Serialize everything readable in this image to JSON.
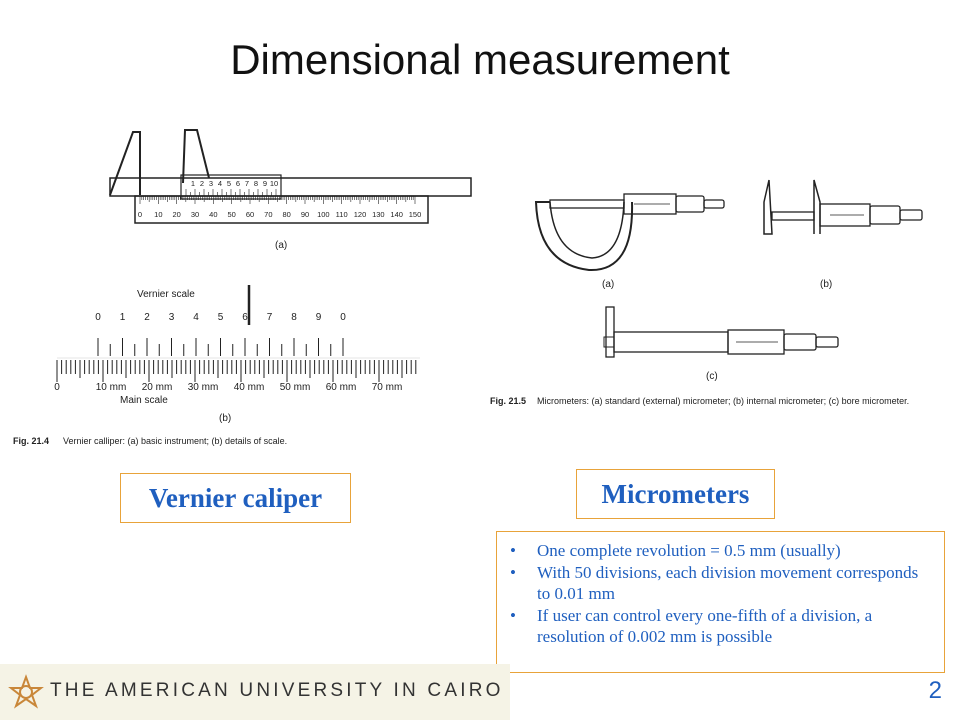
{
  "slide": {
    "title": "Dimensional measurement",
    "page_number": "2"
  },
  "figures": {
    "vernier": {
      "sub_a": "(a)",
      "sub_b": "(b)",
      "vernier_scale_label": "Vernier scale",
      "main_scale_label": "Main scale",
      "top_vernier_numbers": [
        "1",
        "2",
        "3",
        "4",
        "5",
        "6",
        "7",
        "8",
        "9",
        "10"
      ],
      "top_main_numbers": [
        "0",
        "10",
        "20",
        "30",
        "40",
        "50",
        "60",
        "70",
        "80",
        "90",
        "100",
        "110",
        "120",
        "130",
        "140",
        "150"
      ],
      "detail_vernier_numbers": [
        "0",
        "1",
        "2",
        "3",
        "4",
        "5",
        "6",
        "7",
        "8",
        "9",
        "0"
      ],
      "detail_main_numbers": [
        "0",
        "10 mm",
        "20 mm",
        "30 mm",
        "40 mm",
        "50 mm",
        "60 mm",
        "70 mm"
      ],
      "caption_fig": "Fig. 21.4",
      "caption_text": "Vernier calliper: (a) basic instrument; (b) details of scale."
    },
    "micrometer": {
      "sub_a": "(a)",
      "sub_b": "(b)",
      "sub_c": "(c)",
      "caption_fig": "Fig. 21.5",
      "caption_text": "Micrometers: (a) standard (external) micrometer; (b) internal micrometer; (c) bore micrometer."
    }
  },
  "labels": {
    "vernier": "Vernier caliper",
    "micrometers": "Micrometers"
  },
  "bullets": [
    "One complete revolution = 0.5 mm (usually)",
    "With 50 divisions, each division movement corresponds to 0.01 mm",
    "If user can control every one-fifth of a division, a resolution of 0.002 mm is possible"
  ],
  "footer": {
    "university": "THE AMERICAN UNIVERSITY IN CAIRO"
  },
  "colors": {
    "accent_text": "#1f5fbf",
    "box_border": "#e8a33a",
    "footer_band": "#f5f3e6",
    "logo": "#c9873a"
  }
}
